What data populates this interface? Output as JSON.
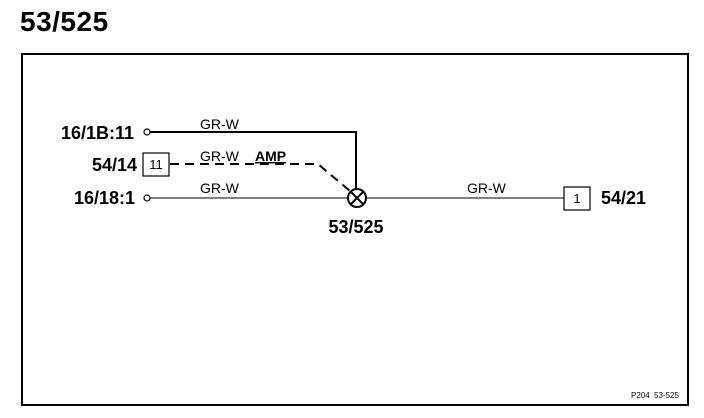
{
  "title": "53/525",
  "connectors": {
    "top_left": "16/1B:11",
    "mid_left": "54/14",
    "mid_left_pin": "11",
    "bottom_left": "16/18:1",
    "splice": "53/525",
    "right": "54/21",
    "right_pin": "1"
  },
  "wires": {
    "top": "GR-W",
    "middle": "GR-W",
    "bottom": "GR-W",
    "right": "GR-W"
  },
  "amp_label": "AMP",
  "footer": {
    "page_ref": "P204",
    "diagram_ref": "53-525"
  }
}
